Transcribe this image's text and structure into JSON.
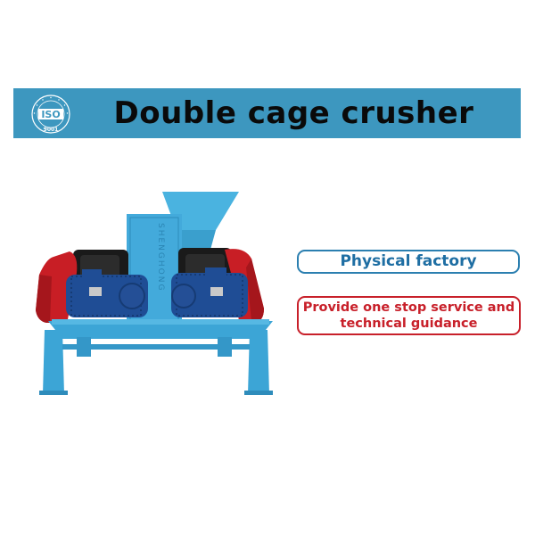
{
  "header": {
    "title": "Double cage crusher",
    "badge": {
      "name": "iso-9001-badge",
      "ring_text": "International Organization for Standardization",
      "main_text": "ISO",
      "number": "9001"
    }
  },
  "product": {
    "name": "double-cage-crusher-photo",
    "brand_text": "SHENGHONG"
  },
  "features": {
    "primary": "Physical factory",
    "secondary_line1": "Provide one stop service and",
    "secondary_line2": "technical guidance"
  },
  "colors": {
    "banner": "#3d97bf",
    "accent_blue": "#1e6ea3",
    "accent_red": "#c8202a",
    "machine_frame": "#3ca5d6",
    "machine_belt_guard": "#c81e25",
    "motor": "#1f4d95"
  }
}
